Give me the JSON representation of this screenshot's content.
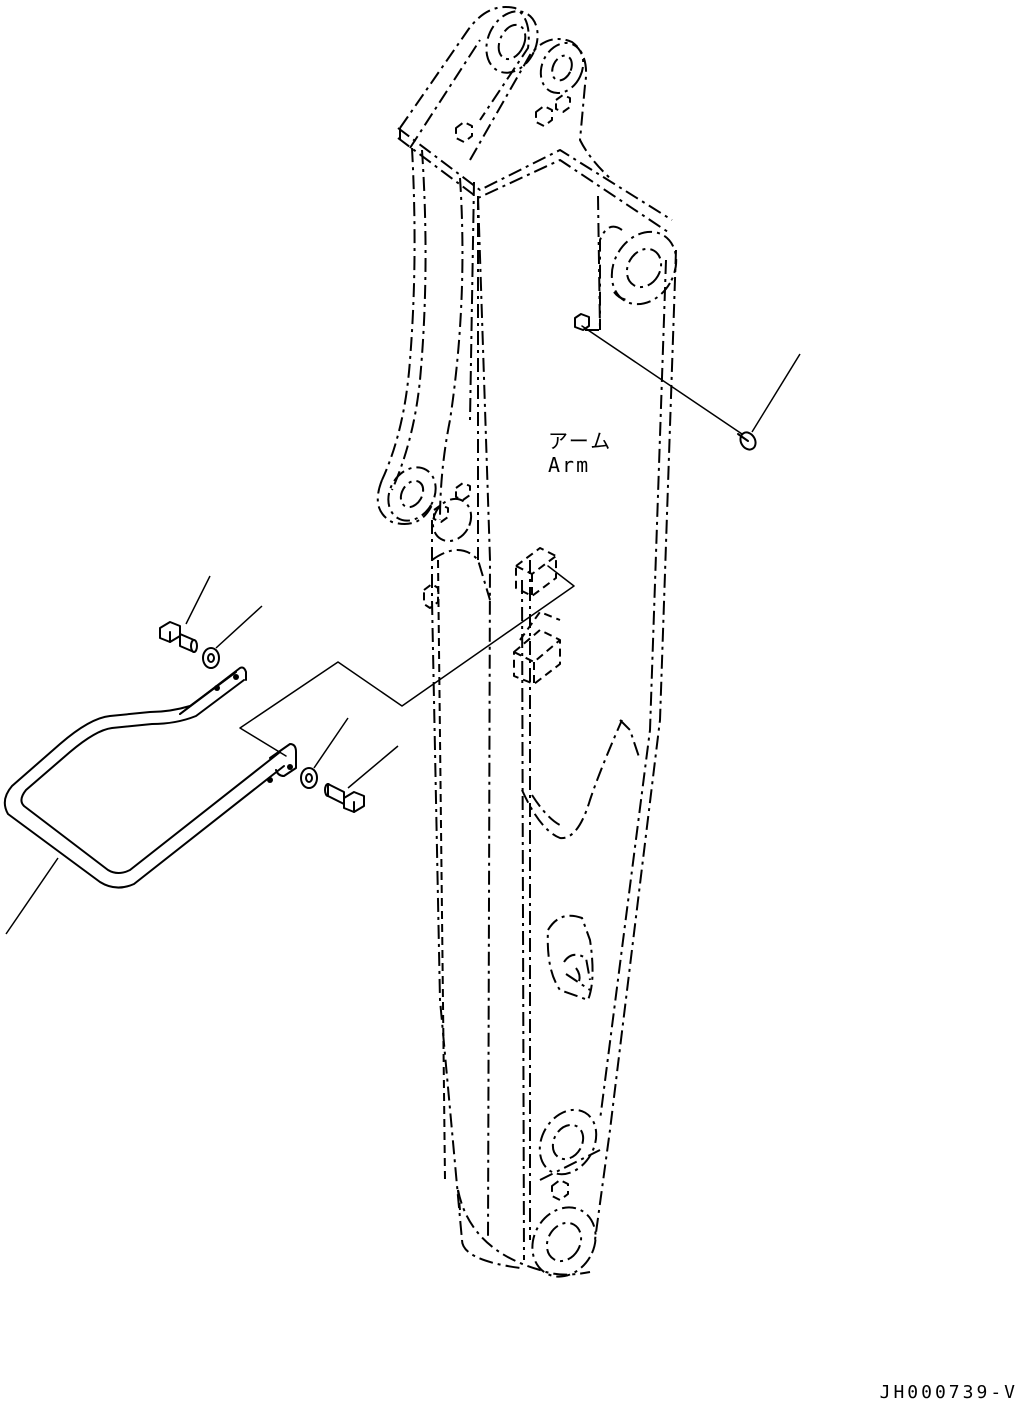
{
  "diagram": {
    "part_label_jp": "アーム",
    "part_label_en": "Arm",
    "drawing_code": "JH000739-V"
  }
}
